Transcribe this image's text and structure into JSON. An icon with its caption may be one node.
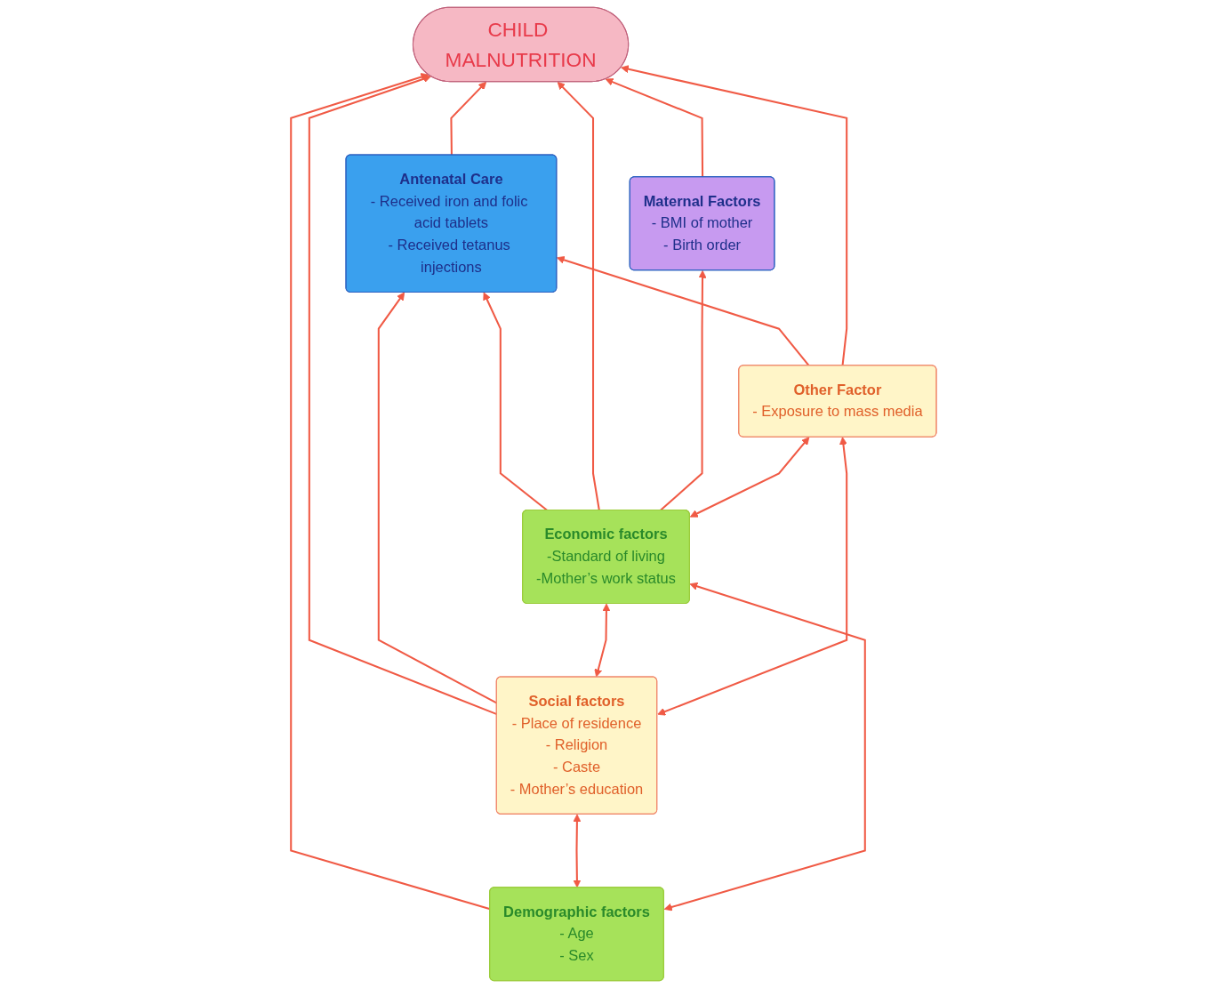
{
  "diagram": {
    "nodes": [
      {
        "text": [
          "CHILD MALNUTRITION"
        ]
      },
      {
        "text": [
          "Antenatal Care",
          "- Received iron and folic acid tablets",
          "- Received tetanus injections"
        ]
      },
      {
        "text": [
          "Maternal Factors",
          "- BMI of mother",
          "- Birth order"
        ]
      },
      {
        "text": [
          "Demographic factors",
          "- Age",
          "- Sex"
        ]
      },
      {
        "text": [
          "Social factors",
          "- Place of residence",
          "- Religion",
          "- Caste",
          "- Mother’s education"
        ]
      },
      {
        "text": [
          "Economic factors",
          "-Standard of living",
          "-Mother’s work status"
        ]
      },
      {
        "text": [
          "Other Factor",
          "- Exposure to mass media"
        ]
      }
    ],
    "edges": [
      {
        "from": 1,
        "to": 0,
        "arrow": "to"
      },
      {
        "from": 3,
        "to": 0,
        "arrow": "to"
      },
      {
        "from": 4,
        "to": 0,
        "arrow": "to"
      },
      {
        "from": 4,
        "to": 1,
        "arrow": "to"
      },
      {
        "from": 5,
        "to": 1,
        "arrow": "to"
      },
      {
        "from": 5,
        "to": 0,
        "arrow": "to"
      },
      {
        "from": 5,
        "to": 2,
        "arrow": "to"
      },
      {
        "from": 2,
        "to": 0,
        "arrow": "to"
      },
      {
        "from": 6,
        "to": 1,
        "arrow": "to"
      },
      {
        "from": 6,
        "to": 0,
        "arrow": "to"
      },
      {
        "from": 3,
        "to": 4,
        "arrow": "both"
      },
      {
        "from": 4,
        "to": 5,
        "arrow": "both"
      },
      {
        "from": 5,
        "to": 6,
        "arrow": "both"
      },
      {
        "from": 4,
        "to": 6,
        "arrow": "both"
      },
      {
        "from": 3,
        "to": 5,
        "arrow": "both"
      }
    ]
  }
}
